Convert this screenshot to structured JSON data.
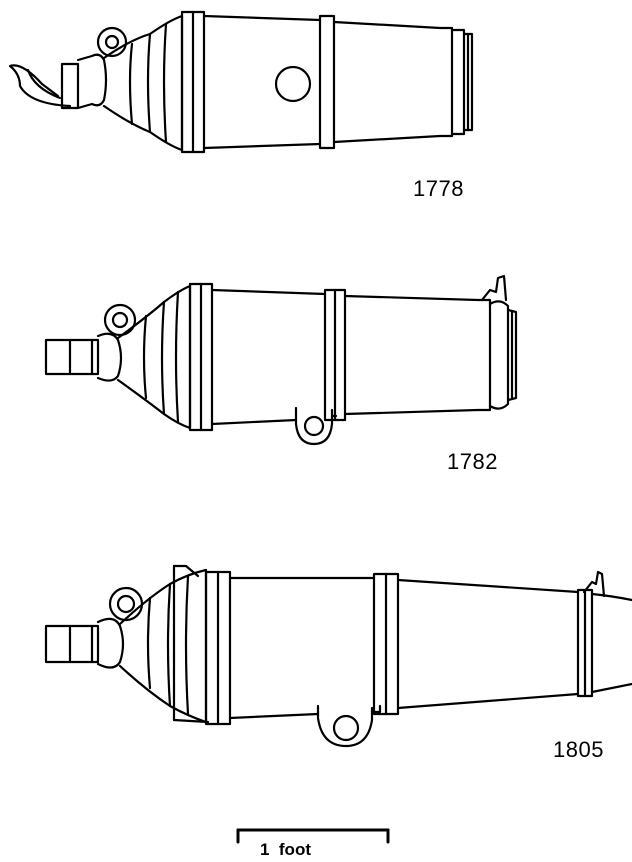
{
  "cannons": [
    {
      "year": "1778"
    },
    {
      "year": "1782"
    },
    {
      "year": "1805"
    }
  ],
  "scale_bar": {
    "label": "1  foot"
  }
}
